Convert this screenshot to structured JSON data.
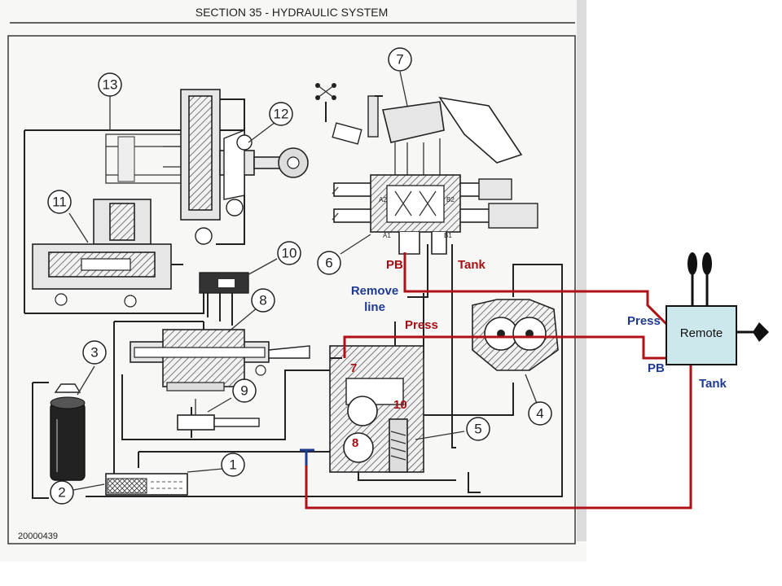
{
  "page": {
    "section_title": "SECTION 35 - HYDRAULIC SYSTEM",
    "figure_id": "20000439"
  },
  "callouts": {
    "c1": "1",
    "c2": "2",
    "c3": "3",
    "c4": "4",
    "c5": "5",
    "c6": "6",
    "c7": "7",
    "c8": "8",
    "c9": "9",
    "c10": "10",
    "c11": "11",
    "c12": "12",
    "c13": "13"
  },
  "valve_ports": {
    "a2": "A2",
    "b2": "B2",
    "a1": "A1",
    "b1": "B1"
  },
  "annotations": {
    "pb_top": "PB",
    "tank_top": "Tank",
    "remove_line_1": "Remove",
    "remove_line_2": "line",
    "press_mid": "Press",
    "num_7": "7",
    "num_10": "10",
    "num_8": "8",
    "remote_press": "Press",
    "remote_pb": "PB",
    "remote_tank": "Tank",
    "remote_label": "Remote"
  },
  "colors": {
    "annotation_red": "#a50f13",
    "annotation_blue": "#1f3a93",
    "remote_fill": "#cce8ec"
  }
}
